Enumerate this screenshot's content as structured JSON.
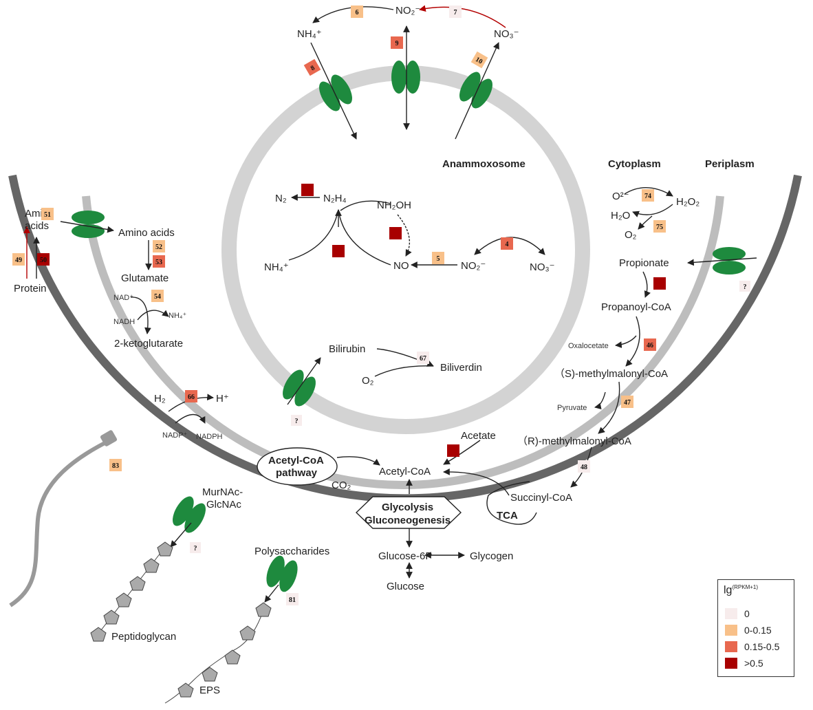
{
  "colors": {
    "zero": "#f7ecec",
    "low": "#f8c089",
    "mid": "#e8684f",
    "high": "#a80000",
    "protein_green": "#1e8a3e",
    "membrane_outer": "#666666",
    "membrane_inner": "#bdbdbd",
    "anammoxosome": "#d3d3d3"
  },
  "compartments": {
    "anammoxosome": "Anammoxosome",
    "cytoplasm": "Cytoplasm",
    "periplasm": "Periplasm"
  },
  "labels": {
    "nh4_top": "NH₄⁺",
    "no2_top": "NO₂⁻",
    "no3_top": "NO₃⁻",
    "n2": "N₂",
    "n2h4": "N₂H₄",
    "nh2oh": "NH₂OH",
    "nh4_in": "NH₄⁺",
    "no": "NO",
    "no2_in": "NO₂⁻",
    "no3_in": "NO₃⁻",
    "amino_acids_out": "Amino\nacids",
    "protein": "Protein",
    "amino_acids_in": "Amino acids",
    "glutamate": "Glutamate",
    "nad": "NAD⁺",
    "nadh": "NADH",
    "nh4_small": "NH₄⁺",
    "ketoglutarate": "2-ketoglutarate",
    "bilirubin": "Bilirubin",
    "o2_bili": "O₂",
    "biliverdin": "Biliverdin",
    "h2": "H₂",
    "hplus": "H⁺",
    "nadp": "NADP⁺",
    "nadph": "NADPH",
    "o2minus": "O²⁻",
    "h2o2": "H₂O₂",
    "h2o": "H₂O",
    "o2_cyto": "O₂",
    "propionate": "Propionate",
    "propanoyl_coa": "Propanoyl-CoA",
    "oxalocetate": "Oxalocetate",
    "s_methyl": "（S)-methylmalonyl-CoA",
    "pyruvate": "Pyruvate",
    "r_methyl": "（R)-methylmalonyl-CoA",
    "succinyl_coa": "Succinyl-CoA",
    "tca": "TCA",
    "acetate": "Acetate",
    "acetyl_coa": "Acetyl-CoA",
    "acetyl_pathway_1": "Acetyl-CoA",
    "acetyl_pathway_2": "pathway",
    "co2": "CO₂",
    "glycolysis_1": "Glycolysis",
    "glycolysis_2": "Gluconeogenesis",
    "glucose6p": "Glucose-6P",
    "glycogen": "Glycogen",
    "glucose": "Glucose",
    "murnac_1": "MurNAc-",
    "murnac_2": "GlcNAc",
    "polysaccharides": "Polysaccharides",
    "peptidoglycan": "Peptidoglycan",
    "eps": "EPS",
    "q1": "?",
    "q2": "?",
    "q3": "?"
  },
  "gene_badges": [
    {
      "id": "b6",
      "label": "6",
      "level": "low"
    },
    {
      "id": "b7",
      "label": "7",
      "level": "zero"
    },
    {
      "id": "b8",
      "label": "8",
      "level": "mid"
    },
    {
      "id": "b9",
      "label": "9",
      "level": "mid"
    },
    {
      "id": "b10",
      "label": "10",
      "level": "low"
    },
    {
      "id": "b_n2",
      "label": "",
      "level": "high"
    },
    {
      "id": "b_nh2oh",
      "label": "",
      "level": "high"
    },
    {
      "id": "b_n2h4",
      "label": "",
      "level": "high"
    },
    {
      "id": "b4",
      "label": "4",
      "level": "mid"
    },
    {
      "id": "b5",
      "label": "5",
      "level": "low"
    },
    {
      "id": "b51",
      "label": "51",
      "level": "low"
    },
    {
      "id": "b49",
      "label": "49",
      "level": "low"
    },
    {
      "id": "b50",
      "label": "50",
      "level": "high"
    },
    {
      "id": "b52",
      "label": "52",
      "level": "low"
    },
    {
      "id": "b53",
      "label": "53",
      "level": "mid"
    },
    {
      "id": "b54",
      "label": "54",
      "level": "low"
    },
    {
      "id": "b67",
      "label": "67",
      "level": "zero"
    },
    {
      "id": "b66",
      "label": "66",
      "level": "mid"
    },
    {
      "id": "b74",
      "label": "74",
      "level": "low"
    },
    {
      "id": "b75",
      "label": "75",
      "level": "low"
    },
    {
      "id": "b_prop",
      "label": "",
      "level": "high"
    },
    {
      "id": "b46",
      "label": "46",
      "level": "mid"
    },
    {
      "id": "b47",
      "label": "47",
      "level": "low"
    },
    {
      "id": "b48",
      "label": "48",
      "level": "zero"
    },
    {
      "id": "b_acet",
      "label": "",
      "level": "high"
    },
    {
      "id": "b83",
      "label": "83",
      "level": "low"
    },
    {
      "id": "b81",
      "label": "81",
      "level": "zero"
    }
  ],
  "legend": {
    "title": "lg",
    "title_sup": "(RPKM+1)",
    "items": [
      {
        "label": "0",
        "level": "zero"
      },
      {
        "label": "0-0.15",
        "level": "low"
      },
      {
        "label": "0.15-0.5",
        "level": "mid"
      },
      {
        "label": ">0.5",
        "level": "high"
      }
    ]
  }
}
